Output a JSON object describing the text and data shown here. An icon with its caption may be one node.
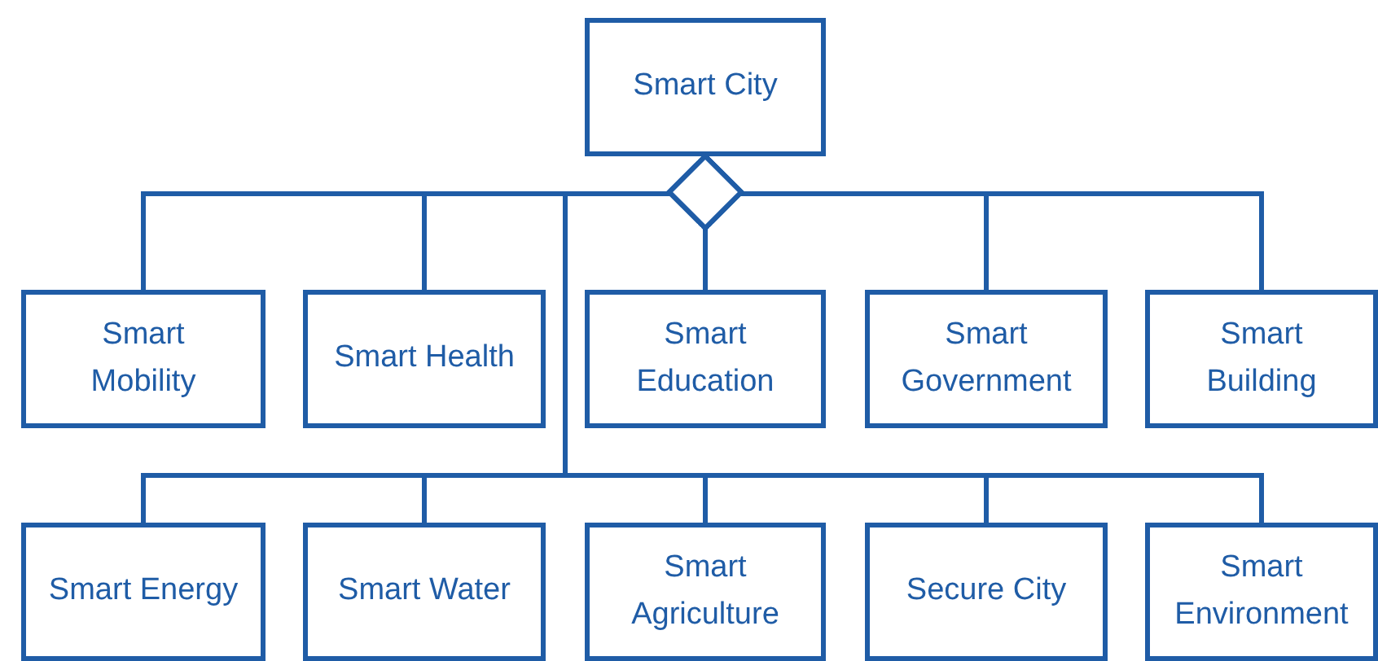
{
  "diagram": {
    "nodes": [
      {
        "text": [
          "Smart City"
        ]
      },
      {
        "text": [
          "Smart Mobility"
        ]
      },
      {
        "text": [
          "Smart Health"
        ]
      },
      {
        "text": [
          "Smart Education"
        ]
      },
      {
        "text": [
          "Smart Government"
        ]
      },
      {
        "text": [
          "Smart Building"
        ]
      },
      {
        "text": [
          "Smart Energy"
        ]
      },
      {
        "text": [
          "Smart Water"
        ]
      },
      {
        "text": [
          "Smart Agriculture"
        ]
      },
      {
        "text": [
          "Secure City"
        ]
      },
      {
        "text": [
          "Smart Environment"
        ]
      }
    ],
    "edges": [
      {
        "from": 0,
        "to": 1,
        "arrow": "other"
      },
      {
        "from": 0,
        "to": 2,
        "arrow": "other"
      },
      {
        "from": 0,
        "to": 3,
        "arrow": "other"
      },
      {
        "from": 0,
        "to": 4,
        "arrow": "other"
      },
      {
        "from": 0,
        "to": 5,
        "arrow": "other"
      },
      {
        "from": 0,
        "to": 6,
        "arrow": "other"
      },
      {
        "from": 0,
        "to": 7,
        "arrow": "other"
      },
      {
        "from": 0,
        "to": 8,
        "arrow": "other"
      },
      {
        "from": 0,
        "to": 9,
        "arrow": "other"
      },
      {
        "from": 0,
        "to": 10,
        "arrow": "other"
      }
    ]
  }
}
